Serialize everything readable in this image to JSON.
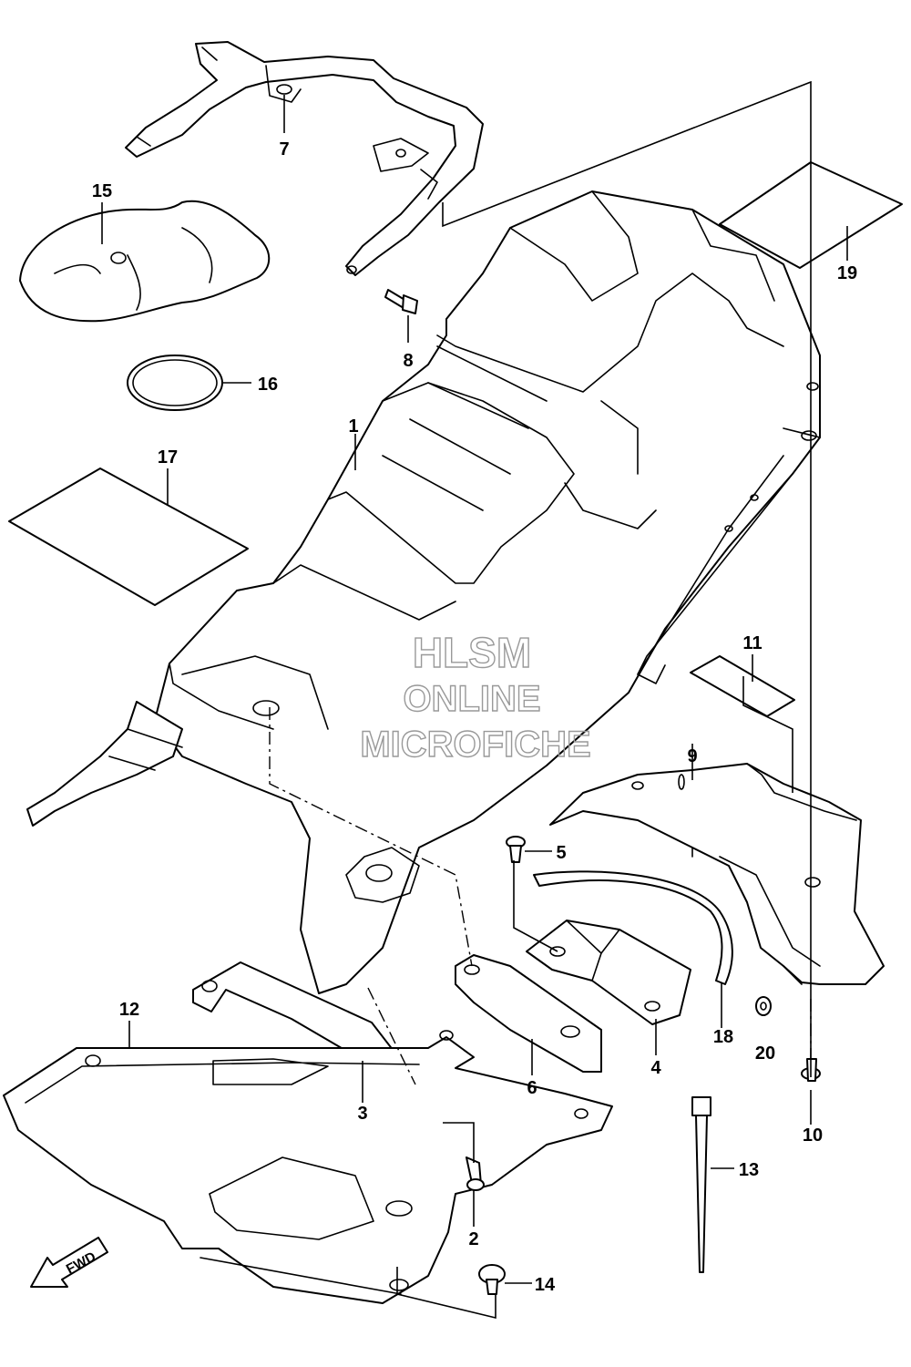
{
  "watermark": {
    "line1": "HLSM",
    "line2": "ONLINE",
    "line3": "MICROFICHE"
  },
  "direction_indicator": "FWD",
  "callouts": [
    {
      "id": "1",
      "text": "1"
    },
    {
      "id": "2",
      "text": "2"
    },
    {
      "id": "3",
      "text": "3"
    },
    {
      "id": "4",
      "text": "4"
    },
    {
      "id": "5",
      "text": "5"
    },
    {
      "id": "6",
      "text": "6"
    },
    {
      "id": "7",
      "text": "7"
    },
    {
      "id": "8",
      "text": "8"
    },
    {
      "id": "9",
      "text": "9"
    },
    {
      "id": "10",
      "text": "10"
    },
    {
      "id": "11",
      "text": "11"
    },
    {
      "id": "12",
      "text": "12"
    },
    {
      "id": "13",
      "text": "13"
    },
    {
      "id": "14",
      "text": "14"
    },
    {
      "id": "15",
      "text": "15"
    },
    {
      "id": "16",
      "text": "16"
    },
    {
      "id": "17",
      "text": "17"
    },
    {
      "id": "18",
      "text": "18"
    },
    {
      "id": "19",
      "text": "19"
    },
    {
      "id": "20",
      "text": "20"
    }
  ]
}
